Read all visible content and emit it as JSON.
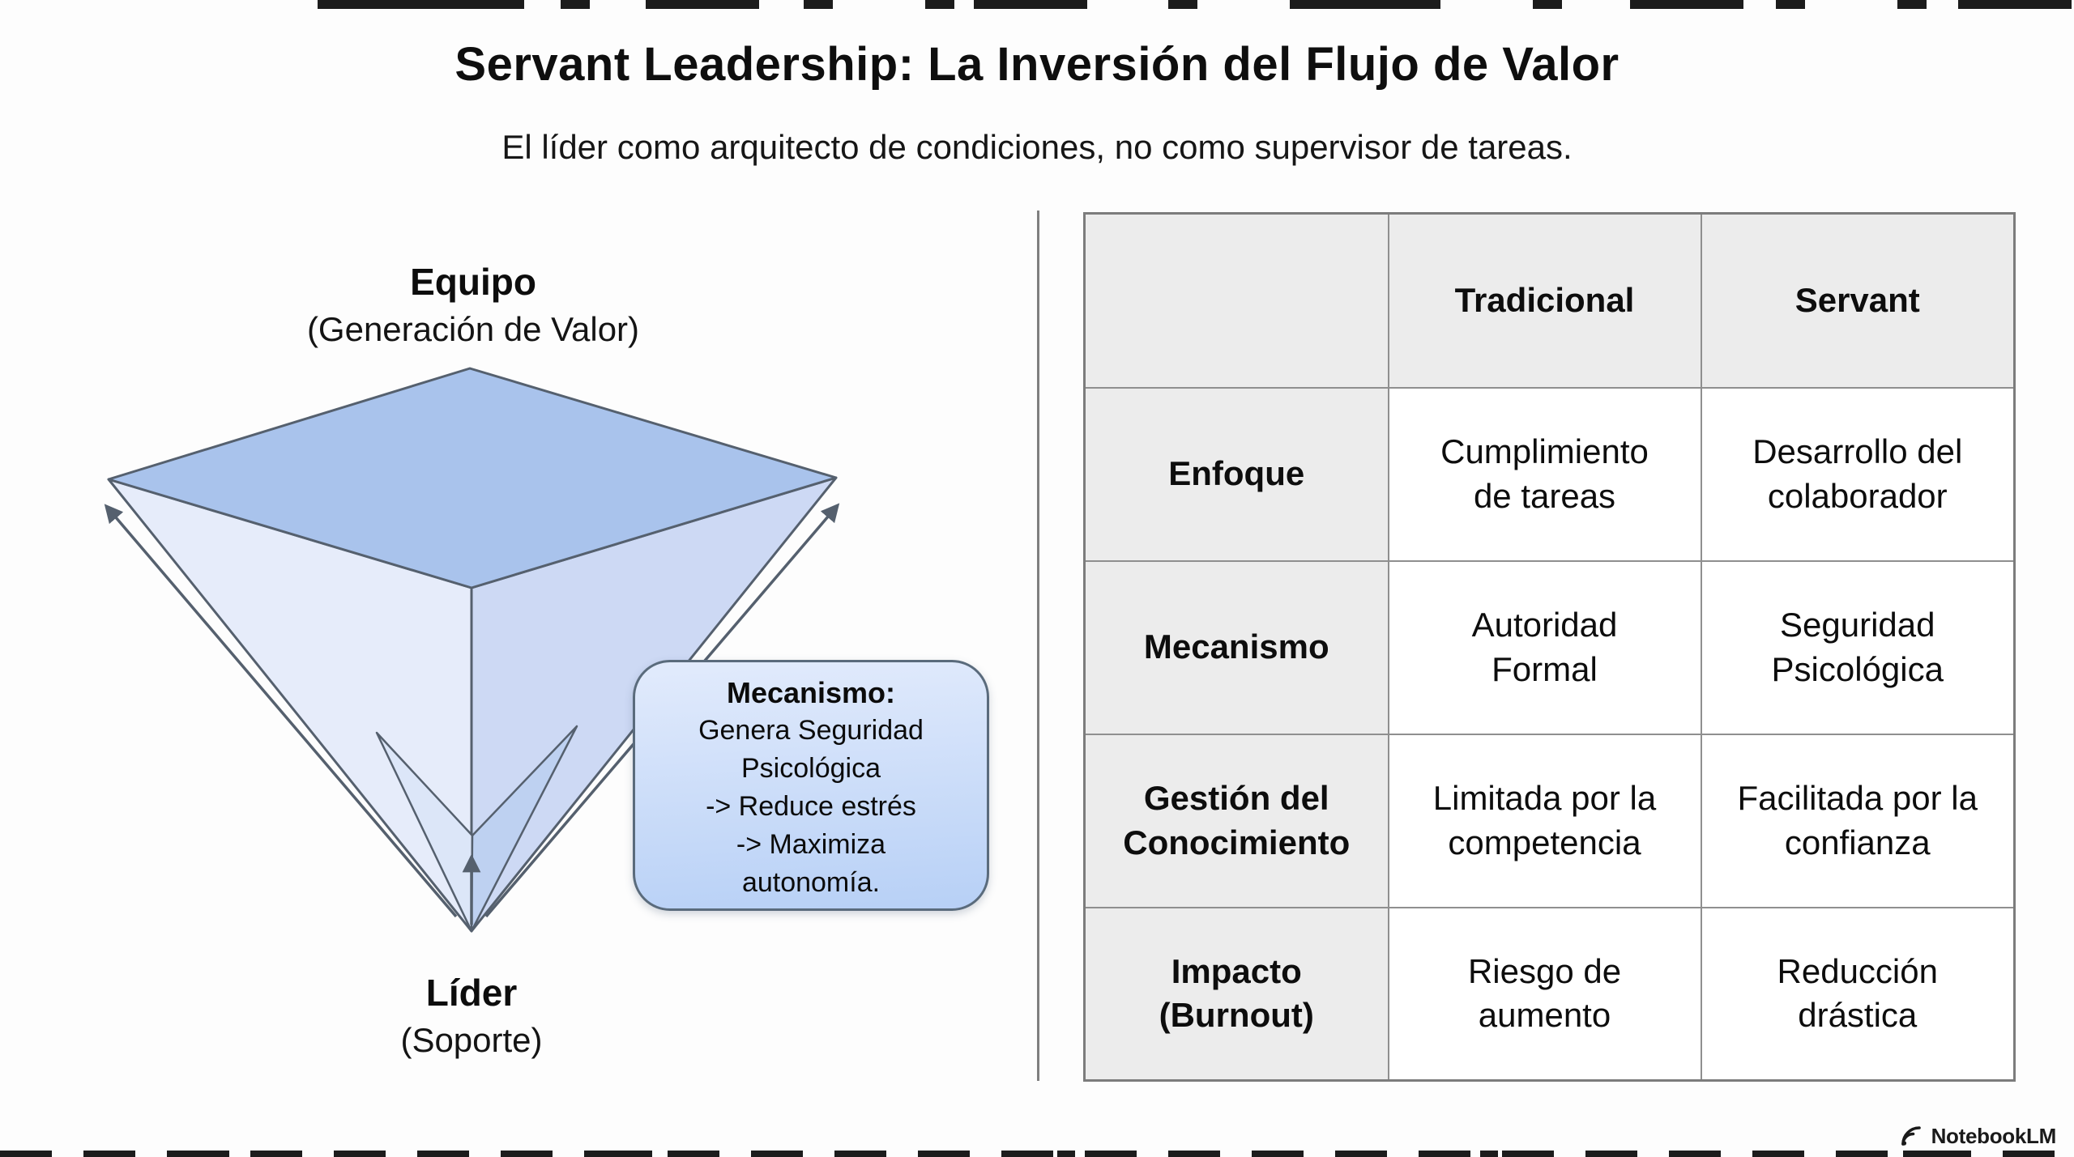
{
  "title": "Servant Leadership: La Inversión del Flujo de Valor",
  "subtitle": "El líder como arquitecto de condiciones, no como supervisor de tareas.",
  "pyramid": {
    "top_label": "Equipo",
    "top_sublabel": "(Generación de Valor)",
    "bottom_label": "Líder",
    "bottom_sublabel": "(Soporte)"
  },
  "callout": {
    "heading": "Mecanismo:",
    "lines": [
      "Genera Seguridad",
      "Psicológica",
      "-> Reduce estrés",
      "-> Maximiza",
      "autonomía."
    ]
  },
  "comparison_table": {
    "columns": [
      "",
      "Tradicional",
      "Servant"
    ],
    "rows": [
      {
        "label": "Enfoque",
        "tradicional": "Cumplimiento\nde tareas",
        "servant": "Desarrollo del\ncolaborador"
      },
      {
        "label": "Mecanismo",
        "tradicional": "Autoridad\nFormal",
        "servant": "Seguridad\nPsicológica"
      },
      {
        "label": "Gestión del\nConocimiento",
        "tradicional": "Limitada por la\ncompetencia",
        "servant": "Facilitada por la\nconfianza"
      },
      {
        "label": "Impacto\n(Burnout)",
        "tradicional": "Riesgo de\naumento",
        "servant": "Reducción\ndrástica"
      }
    ]
  },
  "footer": {
    "brand": "NotebookLM"
  },
  "colors": {
    "pyramid_top": "#a9c3ec",
    "pyramid_left": "#e6ecfa",
    "pyramid_right": "#cdd9f4",
    "funnel_left": "#dce6f8",
    "funnel_right": "#bed1f1",
    "edge": "#55606e",
    "callout_top": "#e2ebfc",
    "callout_bottom": "#b7d0f6",
    "callout_border": "#5a6b7c",
    "table_head_bg": "#ececec",
    "table_border": "#8f8f8f",
    "ink": "#111111"
  }
}
